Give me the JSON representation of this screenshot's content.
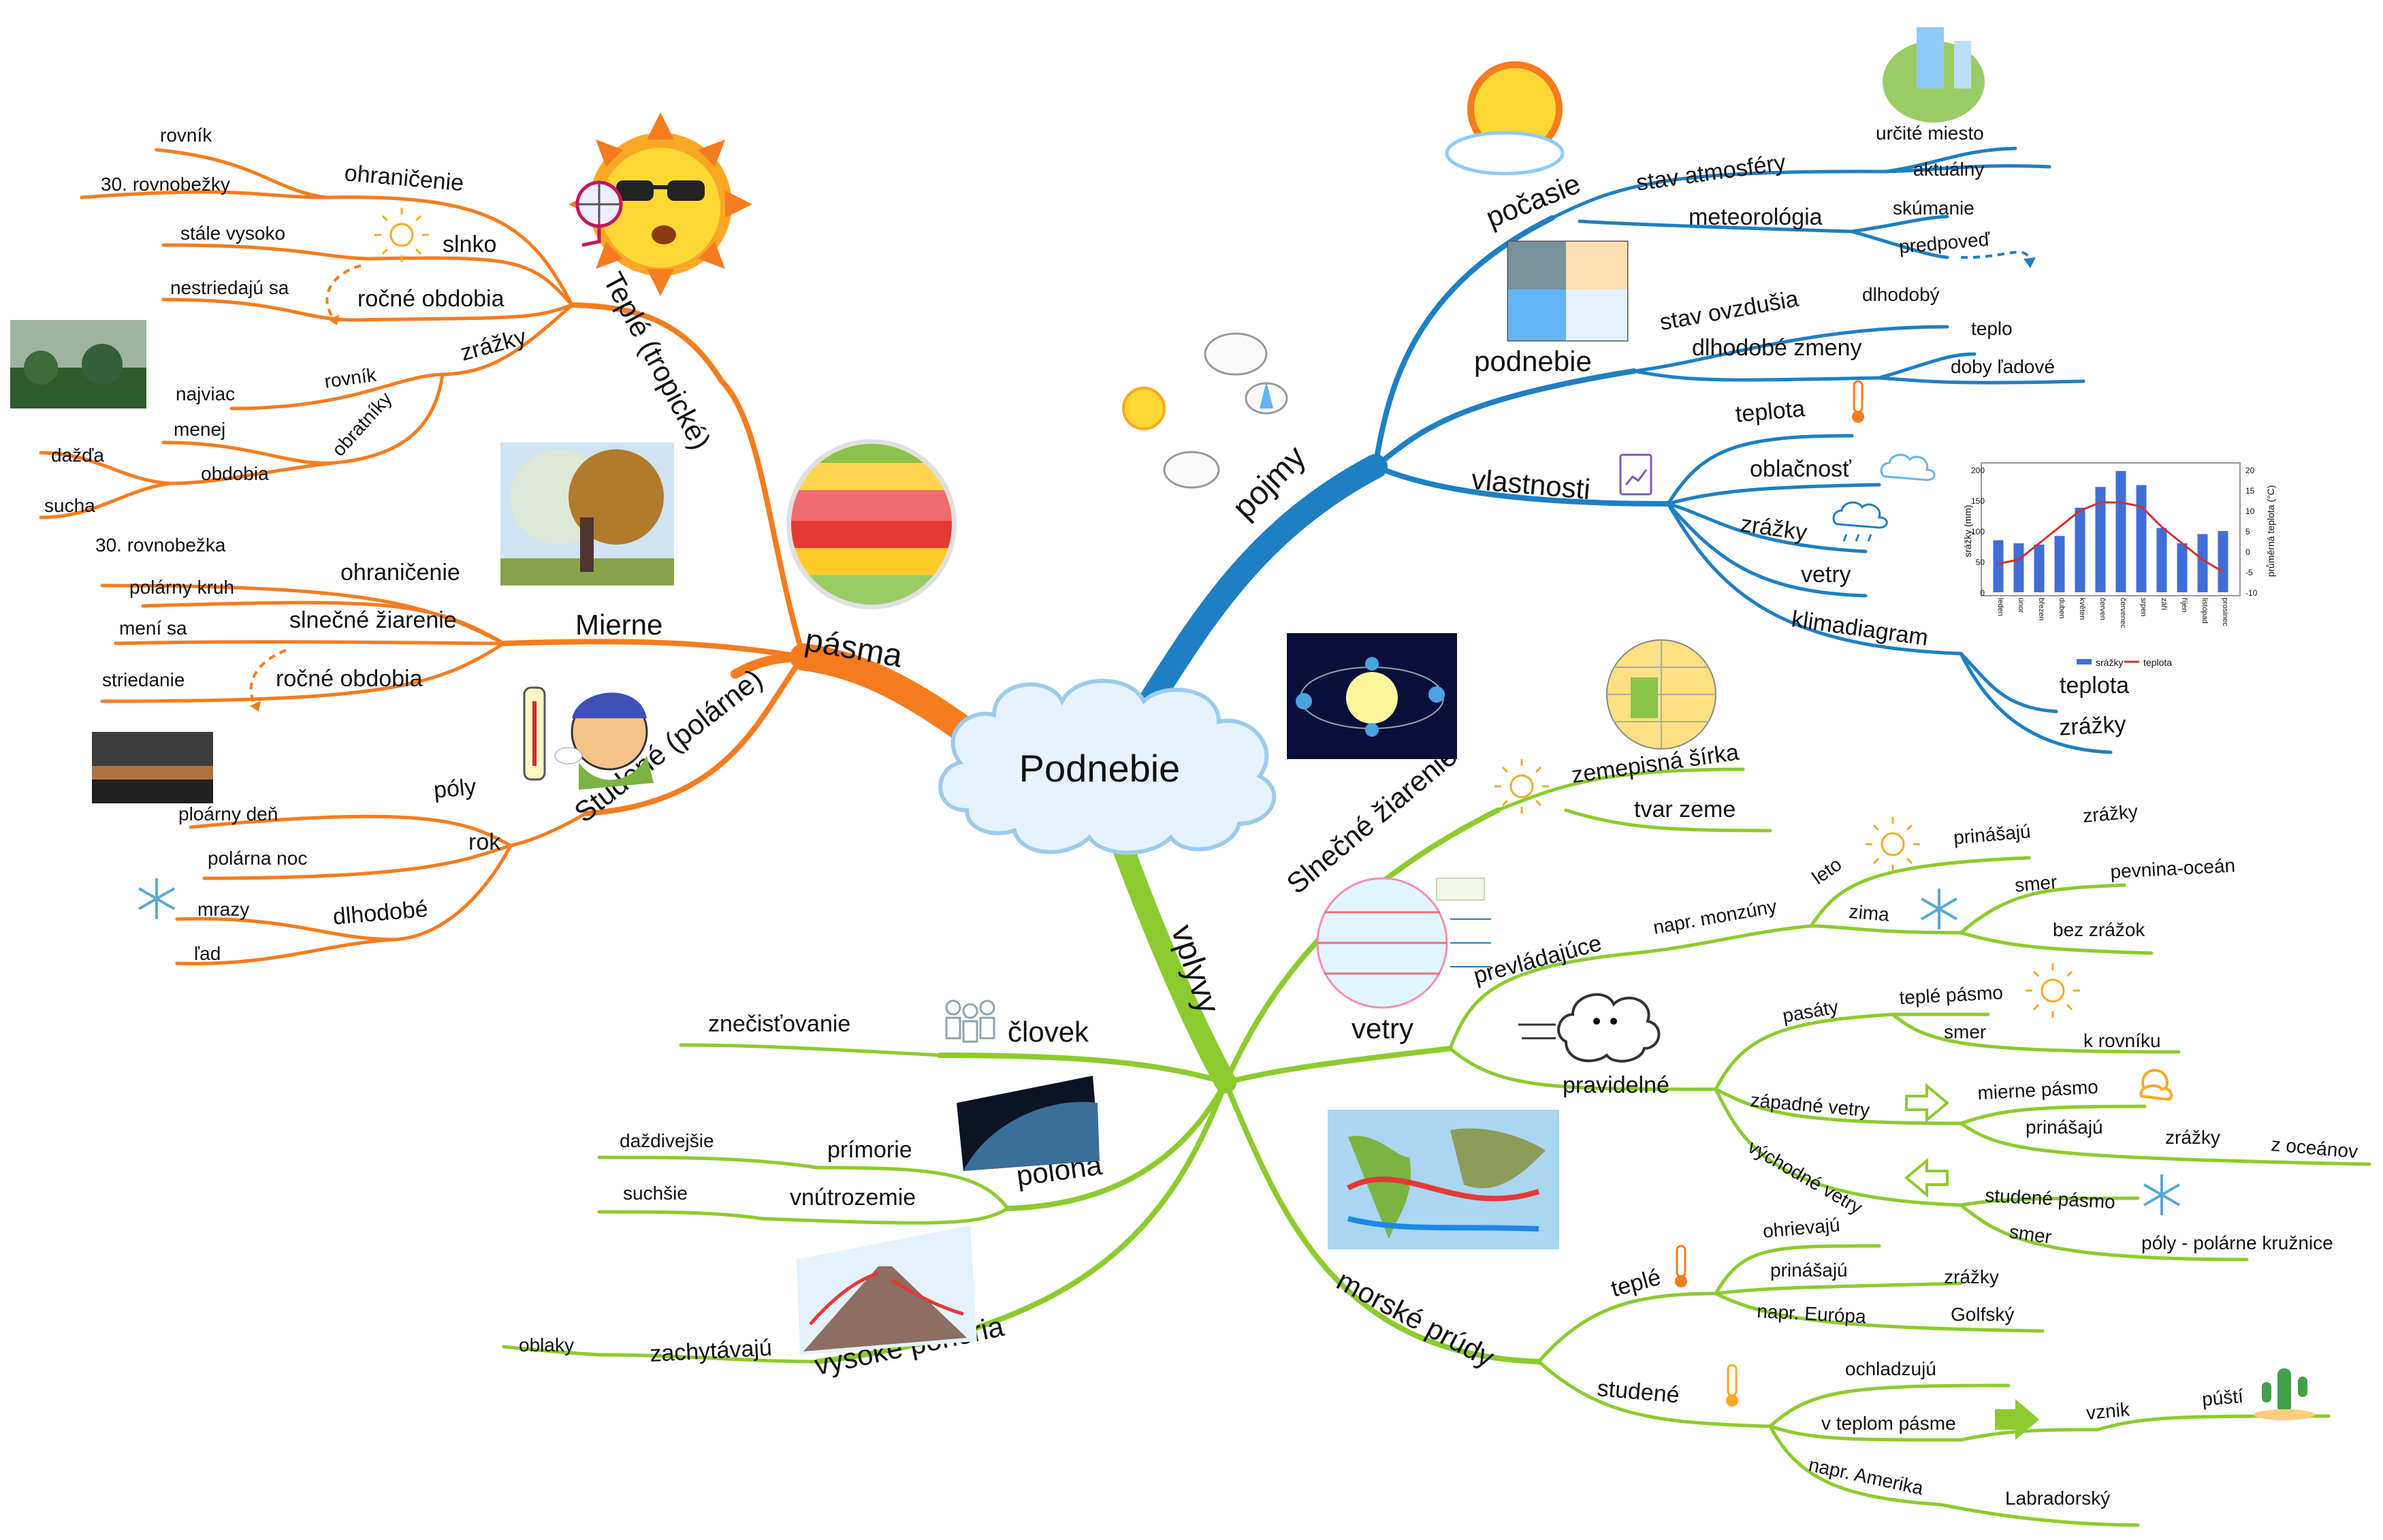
{
  "center": {
    "title": "Podnebie"
  },
  "colors": {
    "pasma": "#F57C1F",
    "pojmy": "#1E7FC3",
    "vplyvy": "#8CCB2E"
  },
  "pasma": {
    "label": "pásma",
    "teple": {
      "label": "Teplé (tropické)",
      "ohranicenie": "ohraničenie",
      "rovnik": "rovník",
      "rovnobezky30": "30. rovnobežky",
      "slnko": "slnko",
      "stale_vysoko": "stále vysoko",
      "rocne_obdobia": "ročné obdobia",
      "nestriedaju_sa": "nestriedajú sa",
      "zrazky": "zrážky",
      "rovnik2": "rovník",
      "najviac": "najviac",
      "obratniky": "obratníky",
      "menej": "menej",
      "obdobia": "obdobia",
      "dazda": "dažďa",
      "sucha": "sucha"
    },
    "mierne": {
      "label": "Mierne",
      "ohranicenie": "ohraničenie",
      "rovnobezka30": "30. rovnobežka",
      "polarny_kruh": "polárny kruh",
      "slnecne_ziarenie": "slnečné žiarenie",
      "meni_sa": "mení sa",
      "rocne_obdobia": "ročné obdobia",
      "striedanie": "striedanie"
    },
    "studene": {
      "label": "Studené (polárne)",
      "poly": "póly",
      "rok": "rok",
      "polarny_den": "ploárny deň",
      "polarna_noc": "polárna noc",
      "dlhodobe": "dlhodobé",
      "mrazy": "mrazy",
      "lad": "ľad"
    }
  },
  "pojmy": {
    "label": "pojmy",
    "pocasie": {
      "label": "počasie",
      "stav_atmosfery": "stav atmosféry",
      "urcite_miesto": "určité miesto",
      "aktualny": "aktuálny",
      "meteorologia": "meteorológia",
      "skumanie": "skúmanie",
      "predpoved": "predpoveď"
    },
    "podnebie": {
      "label": "podnebie",
      "stav_ovzdusia": "stav ovzdušia",
      "dlhodoby": "dlhodobý",
      "dlhodobe_zmeny": "dlhodobé zmeny",
      "teplo": "teplo",
      "doby_ladove": "doby ľadové"
    },
    "vlastnosti": {
      "label": "vlastnosti",
      "teplota": "teplota",
      "oblacnost": "oblačnosť",
      "zrazky": "zrážky",
      "vetry": "vetry",
      "klimadiagram": "klimadiagram",
      "k_teplota": "teplota",
      "k_zrazky": "zrážky"
    }
  },
  "vplyvy": {
    "label": "vplyvy",
    "slnecne_ziarenie": {
      "label": "Slnečné žiarenie",
      "zemepisna_sirka": "zemepisná šírka",
      "tvar_zeme": "tvar zeme"
    },
    "vetry": {
      "label": "vetry",
      "prevladajuce": "prevládajúce",
      "monzuny": "napr. monzúny",
      "leto": "leto",
      "zima": "zima",
      "prinasaju": "prinášajú",
      "zrazky": "zrážky",
      "smer": "smer",
      "pevnina_ocean": "pevnina-oceán",
      "bez_zrazok": "bez zrážok",
      "pravidelne": "pravidelné",
      "pasaty": "pasáty",
      "teple_pasmo": "teplé pásmo",
      "smer2": "smer",
      "k_rovniku": "k rovníku",
      "zapadne": "západné vetry",
      "mierne_pasmo": "mierne pásmo",
      "prinasaju2": "prinášajú",
      "zrazky2": "zrážky",
      "z_oceanov": "z oceánov",
      "vychodne": "východné vetry",
      "studene_pasmo": "studené pásmo",
      "smer3": "smer",
      "poly_polarne": "póly - polárne kružnice"
    },
    "clovek": {
      "label": "človek",
      "znecistovanie": "znečisťovanie"
    },
    "poloha": {
      "label": "poloha",
      "primorie": "prímorie",
      "dazdivejsie": "daždivejšie",
      "vnutrozemie": "vnútrozemie",
      "suchsie": "suchšie"
    },
    "vysoke_pohoria": {
      "label": "vysoké pohoria",
      "zachytavaju": "zachytávajú",
      "oblaky": "oblaky"
    },
    "morske_prudy": {
      "label": "morské prúdy",
      "teple": "teplé",
      "ohrievaju": "ohrievajú",
      "prinasaju": "prinášajú",
      "zrazky": "zrážky",
      "europa": "napr. Európa",
      "golfsky": "Golfský",
      "studene": "studené",
      "ochladzuju": "ochladzujú",
      "v_teplom_pasme": "v teplom pásme",
      "vznik": "vznik",
      "pusti": "púští",
      "amerika": "napr. Amerika",
      "labradorsky": "Labradorský"
    }
  },
  "chart_data": {
    "type": "bar",
    "categories": [
      "leden",
      "únor",
      "březen",
      "duben",
      "květen",
      "červen",
      "červenec",
      "srpen",
      "září",
      "říjen",
      "listopad",
      "prosinec"
    ],
    "series": [
      {
        "name": "srážky",
        "values": [
          85,
          80,
          78,
          92,
          138,
          172,
          198,
          175,
          105,
          80,
          95,
          100
        ]
      },
      {
        "name": "teplota",
        "values": [
          -3,
          -2,
          2,
          6,
          10,
          12,
          12,
          11,
          6,
          2,
          -2,
          -5
        ]
      }
    ],
    "ylabel": "srážky (mm)",
    "y2label": "průměrná teplota (°C)",
    "ylim": [
      0,
      200
    ],
    "y2lim": [
      -10,
      20
    ],
    "yticks": [
      "200",
      "150",
      "100",
      "50",
      "0"
    ],
    "y2ticks": [
      "20",
      "15",
      "10",
      "5",
      "0",
      "-5",
      "-10"
    ]
  }
}
